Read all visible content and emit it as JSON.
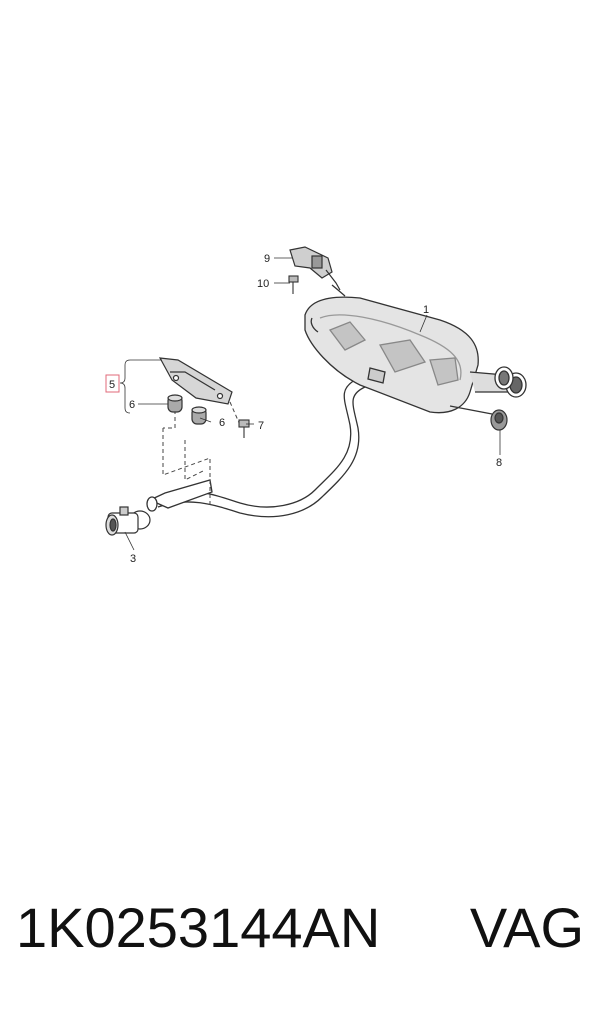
{
  "diagram": {
    "callouts": {
      "c1": "1",
      "c3": "3",
      "c5": "5",
      "c6a": "6",
      "c6b": "6",
      "c7": "7",
      "c8": "8",
      "c9": "9",
      "c10": "10"
    },
    "colors": {
      "line": "#333333",
      "muffler_fill": "#e6e6e6",
      "muffler_shade": "#bdbdbd",
      "highlight_box": "#e06a7a"
    }
  },
  "footer": {
    "part_number": "1K0253144AN",
    "brand": "VAG"
  }
}
